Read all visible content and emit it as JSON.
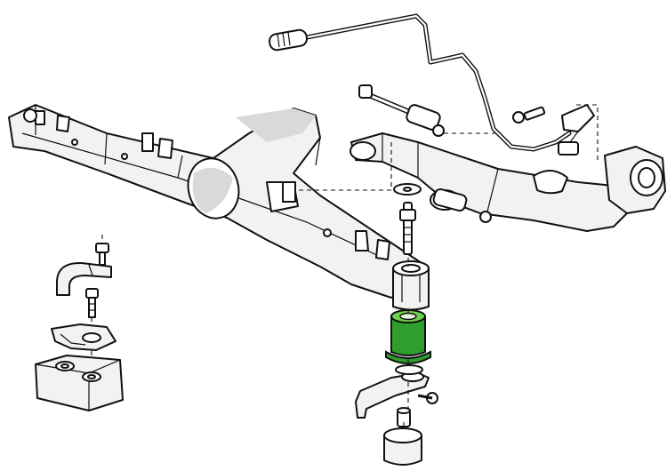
{
  "diagram": {
    "highlight_color": "#2f9e2f",
    "outline_color": "#111111",
    "background_color": "#ffffff",
    "parts": [
      {
        "name": "subframe-crossmember"
      },
      {
        "name": "trailing-arm"
      },
      {
        "name": "wheel-hub-carrier"
      },
      {
        "name": "brake-wear-sensor-cable"
      },
      {
        "name": "upper-mount-bushing"
      },
      {
        "name": "highlighted-lower-bushing"
      },
      {
        "name": "mounting-bracket"
      },
      {
        "name": "rubber-buffer"
      },
      {
        "name": "rubber-mount-block"
      },
      {
        "name": "retaining-strap"
      },
      {
        "name": "bolts-and-washers"
      }
    ]
  }
}
